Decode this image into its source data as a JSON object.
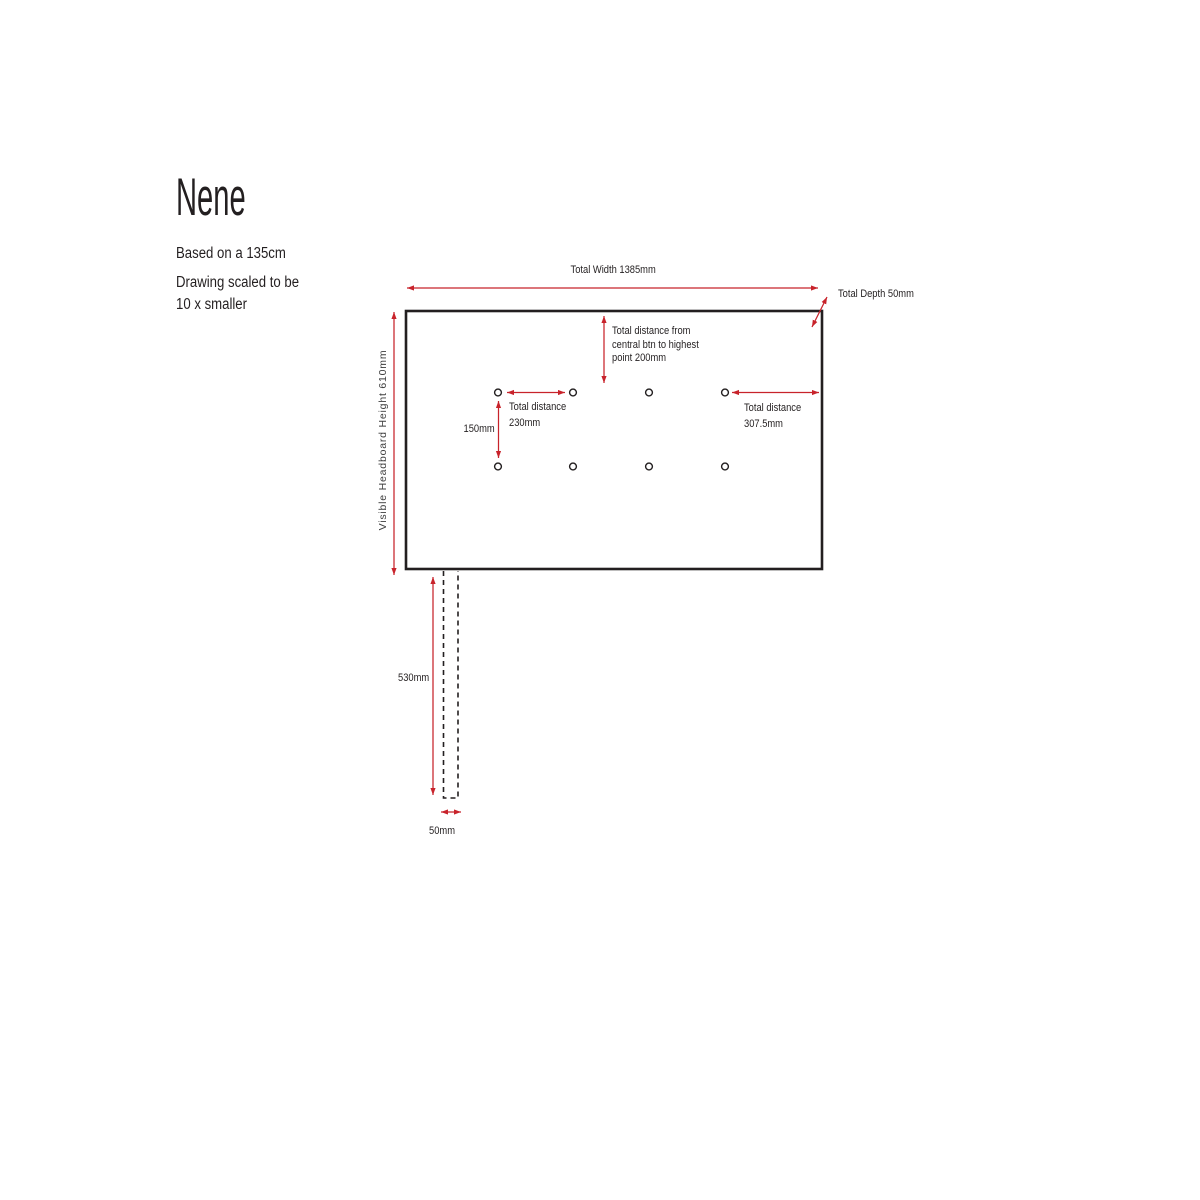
{
  "title": "Nene",
  "notes": {
    "line1": "Based on a 135cm",
    "line2": "Drawing scaled to be",
    "line3": "10 x smaller"
  },
  "dimensions": {
    "total_width": "Total Width 1385mm",
    "total_depth": "Total Depth 50mm",
    "visible_height": "Visible Headboard Height 610mm",
    "central_button": {
      "line1": "Total distance from",
      "line2": "central btn to highest",
      "line3": "point 200mm"
    },
    "button_spacing": {
      "line1": "Total distance",
      "line2": "230mm"
    },
    "row_spacing": "150mm",
    "edge_spacing": {
      "line1": "Total distance",
      "line2": "307.5mm"
    },
    "leg_length": "530mm",
    "leg_width": "50mm"
  },
  "colors": {
    "dimension_red": "#c8232b",
    "ink": "#231f20"
  }
}
